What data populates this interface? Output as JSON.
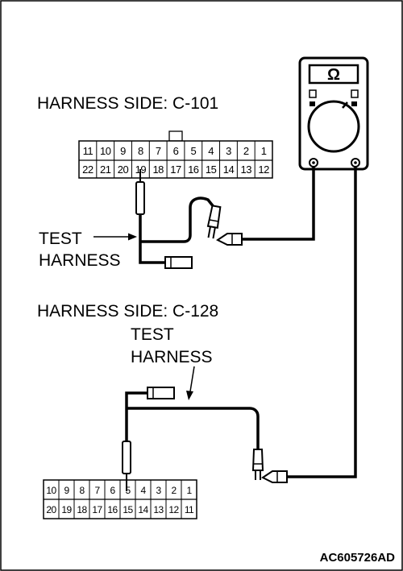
{
  "labels": {
    "c101": "HARNESS SIDE: C-101",
    "c128": "HARNESS SIDE: C-128",
    "test_harness_1_line1": "TEST",
    "test_harness_1_line2": "HARNESS",
    "test_harness_2_line1": "TEST",
    "test_harness_2_line2": "HARNESS",
    "ohm_symbol": "Ω",
    "figure_code": "AC605726AD"
  },
  "c101": {
    "top_row": [
      "11",
      "10",
      "9",
      "8",
      "7",
      "6",
      "5",
      "4",
      "3",
      "2",
      "1"
    ],
    "bottom_row": [
      "22",
      "21",
      "20",
      "19",
      "18",
      "17",
      "16",
      "15",
      "14",
      "13",
      "12"
    ],
    "probed_pin": "19"
  },
  "c128": {
    "top_row": [
      "10",
      "9",
      "8",
      "7",
      "6",
      "5",
      "4",
      "3",
      "2",
      "1"
    ],
    "bottom_row": [
      "20",
      "19",
      "18",
      "17",
      "16",
      "15",
      "14",
      "13",
      "12",
      "11"
    ],
    "probed_pin": "5"
  },
  "colors": {
    "line": "#000000",
    "background": "#ffffff"
  }
}
